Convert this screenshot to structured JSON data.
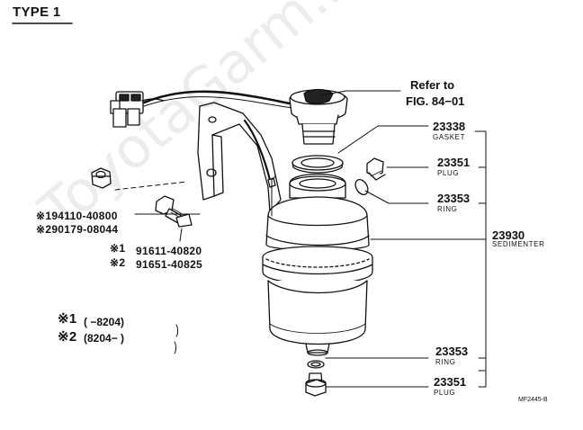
{
  "title": "TYPE 1",
  "watermark": "ToyotaGarm.ru",
  "figure_code": "MF2445-B",
  "reference": {
    "line1": "Refer to",
    "line2": "FIG. 84−01"
  },
  "callouts": {
    "gasket": {
      "number": "23338",
      "name": "GASKET"
    },
    "plug_top": {
      "number": "23351",
      "name": "PLUG"
    },
    "ring_top": {
      "number": "23353",
      "name": "RING"
    },
    "sedimenter": {
      "number": "23930",
      "name": "SEDIMENTER"
    },
    "ring_bottom": {
      "number": "23353",
      "name": "RING"
    },
    "plug_bottom": {
      "number": "23351",
      "name": "PLUG"
    }
  },
  "nut_parts": [
    "※194110-40800",
    "※290179-08044"
  ],
  "bolt_parts": [
    {
      "mark": "※1",
      "number": "91611-40820"
    },
    {
      "mark": "※2",
      "number": "91651-40825"
    }
  ],
  "legend": [
    {
      "mark": "※1",
      "range": "(      −8204)"
    },
    {
      "mark": "※2",
      "range": "(8204−        )"
    }
  ]
}
